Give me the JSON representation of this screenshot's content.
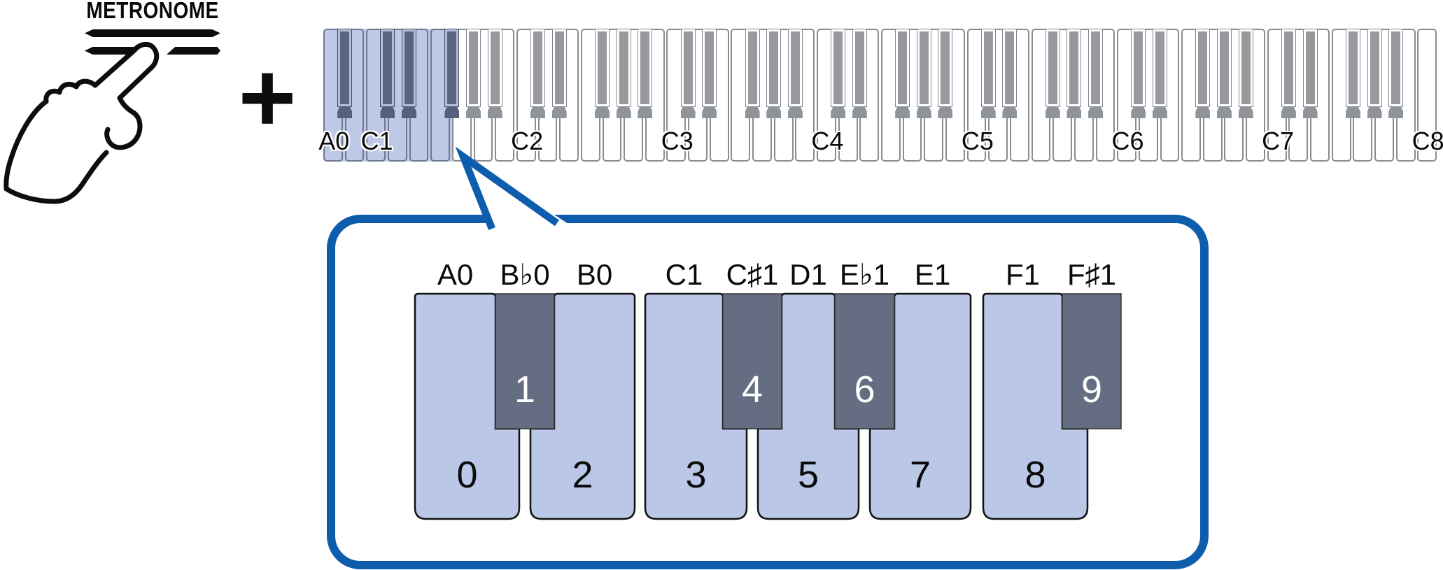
{
  "metronome_button": {
    "label": "METRONOME"
  },
  "plus_sign": {
    "symbol": "+"
  },
  "keyboard": {
    "white_key_count": 52,
    "start_note": "A0",
    "end_note": "C8",
    "octave_labels": [
      {
        "note": "A0",
        "white_index": 0
      },
      {
        "note": "C1",
        "white_index": 2
      },
      {
        "note": "C2",
        "white_index": 9
      },
      {
        "note": "C3",
        "white_index": 16
      },
      {
        "note": "C4",
        "white_index": 23
      },
      {
        "note": "C5",
        "white_index": 30
      },
      {
        "note": "C6",
        "white_index": 37
      },
      {
        "note": "C7",
        "white_index": 44
      },
      {
        "note": "C8",
        "white_index": 51
      }
    ],
    "highlighted_range": {
      "from_note": "A0",
      "to_note": "F♯1",
      "white_from_index": 0,
      "white_to_index": 5
    }
  },
  "callout": {
    "keys": [
      {
        "note": "A0",
        "type": "white",
        "number": "0"
      },
      {
        "note": "B♭0",
        "type": "black",
        "number": "1"
      },
      {
        "note": "B0",
        "type": "white",
        "number": "2"
      },
      {
        "note": "C1",
        "type": "white",
        "number": "3"
      },
      {
        "note": "C♯1",
        "type": "black",
        "number": "4"
      },
      {
        "note": "D1",
        "type": "white",
        "number": "5"
      },
      {
        "note": "E♭1",
        "type": "black",
        "number": "6"
      },
      {
        "note": "E1",
        "type": "white",
        "number": "7"
      },
      {
        "note": "F1",
        "type": "white",
        "number": "8"
      },
      {
        "note": "F♯1",
        "type": "black",
        "number": "9"
      }
    ]
  },
  "colors": {
    "accent_blue": "#0e5dad",
    "highlight_key": "#bdc9e6",
    "highlight_black_key": "#5a657f",
    "callout_white_key": "#bac7e6",
    "callout_black_key": "#646d81",
    "key_outline_grey": "#8c8c8c"
  }
}
